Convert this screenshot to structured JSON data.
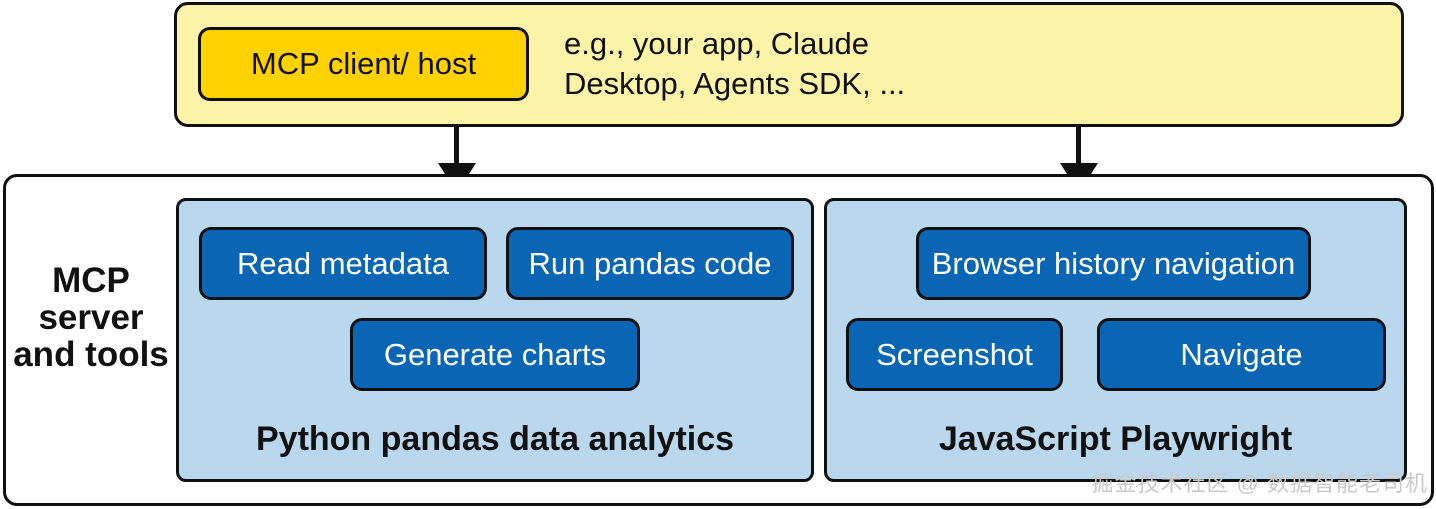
{
  "client": {
    "box_label": "MCP client/ host",
    "description_line1": "e.g., your app, Claude",
    "description_line2": "Desktop, Agents SDK, ..."
  },
  "server": {
    "label_line1": "MCP",
    "label_line2": "server",
    "label_line3": "and tools"
  },
  "python_panel": {
    "title": "Python pandas data analytics",
    "tools": [
      "Read metadata",
      "Run pandas code",
      "Generate charts"
    ]
  },
  "js_panel": {
    "title": "JavaScript Playwright",
    "tools": [
      "Browser history navigation",
      "Screenshot",
      "Navigate"
    ]
  },
  "watermark": "掘金技术社区 @ 数据智能老司机",
  "colors": {
    "client_panel": "#fbf4a8",
    "client_box": "#ffd200",
    "tool_panel": "#b9d8ee",
    "tool_button": "#0a66b5",
    "border": "#111111"
  }
}
